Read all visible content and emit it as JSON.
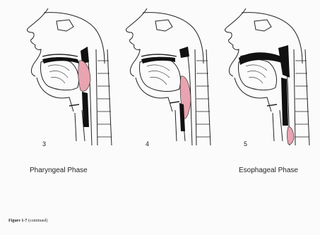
{
  "panels": [
    {
      "number": "3"
    },
    {
      "number": "4"
    },
    {
      "number": "5"
    }
  ],
  "phase_labels": {
    "pharyngeal": "Pharyngeal Phase",
    "esophageal": "Esophageal Phase"
  },
  "caption": {
    "figure": "Figure 1-7",
    "note": "(continued)"
  },
  "colors": {
    "bolus": "#e8a4b0",
    "outline": "#222222",
    "cavity": "#111111",
    "background": "#fbfbfb"
  }
}
